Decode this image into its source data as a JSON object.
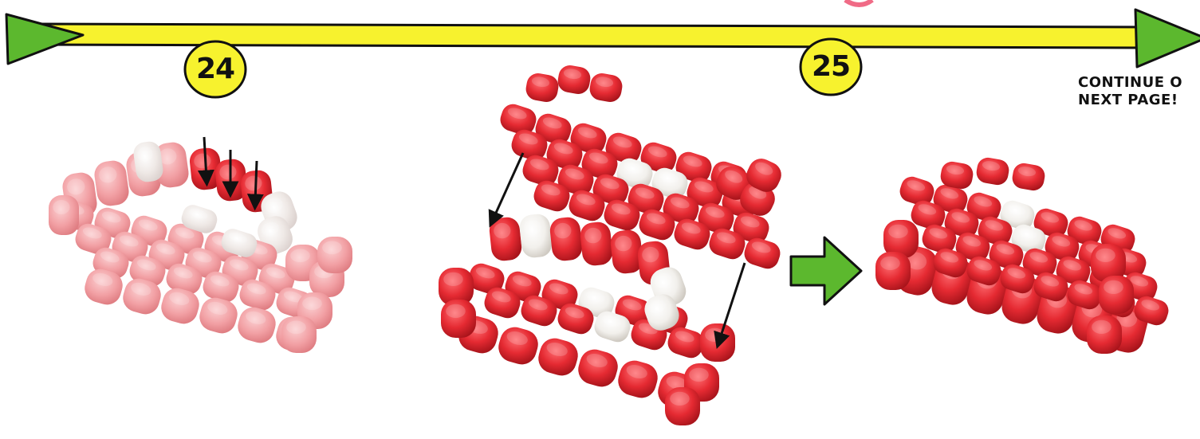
{
  "steps": [
    {
      "number": "24"
    },
    {
      "number": "25"
    }
  ],
  "continue_note": {
    "line1": "CONTINUE O",
    "line2": "NEXT PAGE!"
  },
  "colors": {
    "timeline_fill": "#f7f22e",
    "timeline_stroke": "#111111",
    "arrow_green": "#5cb82e",
    "foam_red": "#e52a32",
    "foam_red_light": "#f2a0a4",
    "foam_white": "#f2f0ec"
  }
}
